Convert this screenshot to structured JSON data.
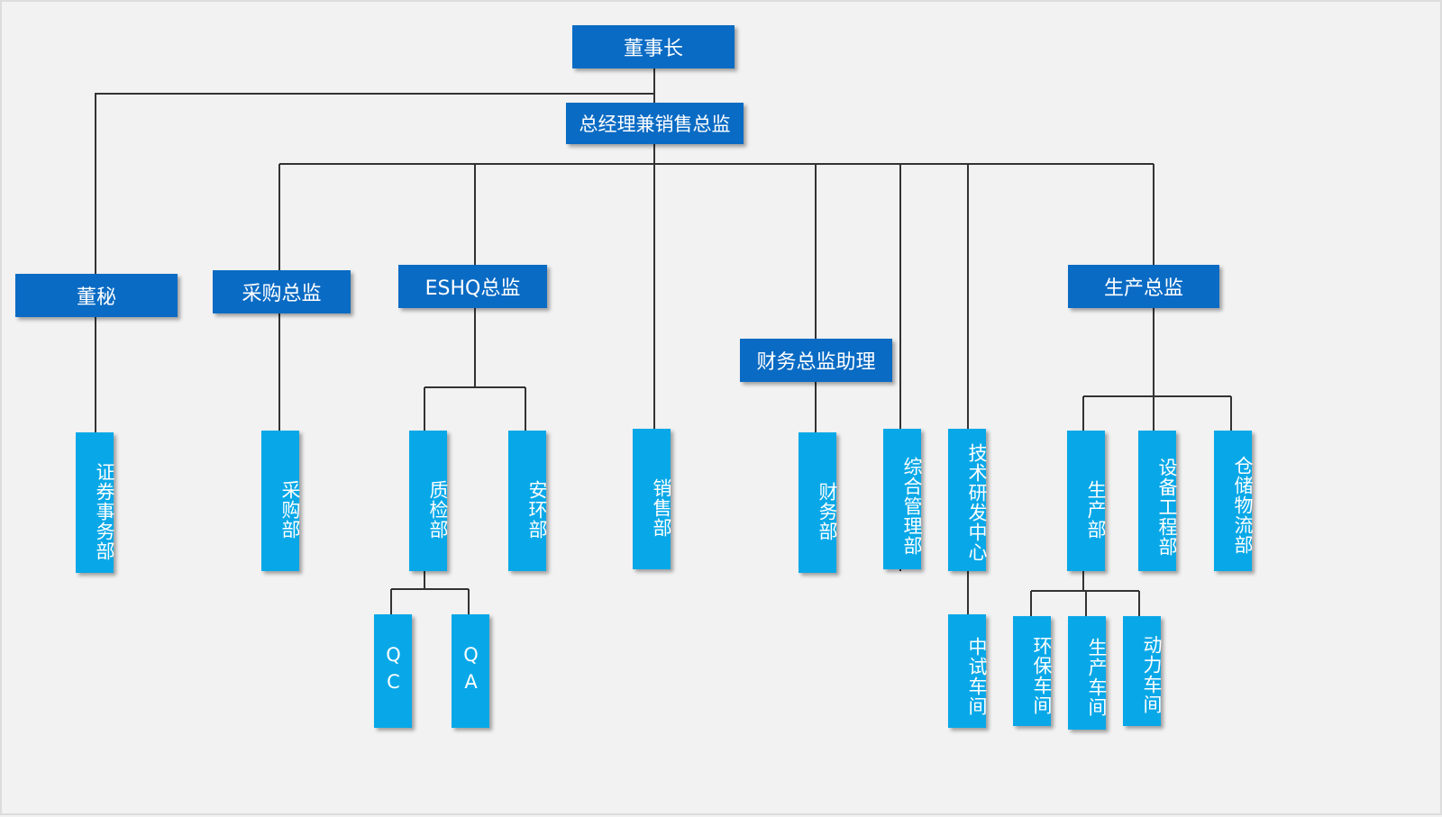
{
  "nodes": {
    "chairman": "董事长",
    "gm": "总经理兼销售总监",
    "board_secretary": "董秘",
    "procurement_director": "采购总监",
    "eshq_director": "ESHQ总监",
    "finance_assistant": "财务总监助理",
    "production_director": "生产总监",
    "securities_dept": "证券事务部",
    "procurement_dept": "采购部",
    "quality_dept": "质检部",
    "safety_env_dept": "安环部",
    "sales_dept": "销售部",
    "finance_dept": "财务部",
    "admin_dept": "综合管理部",
    "rnd_center": "技术研发中心",
    "pilot_workshop": "中试车间",
    "production_dept": "生产部",
    "equipment_dept": "设备工程部",
    "logistics_dept": "仓储物流部",
    "qc": "QC",
    "qa": "QA",
    "env_workshop": "环保车间",
    "production_workshop": "生产车间",
    "power_workshop": "动力车间"
  },
  "colors": {
    "dark_box": "#0a6bc4",
    "light_box": "#08a8e8",
    "line": "#333333"
  }
}
